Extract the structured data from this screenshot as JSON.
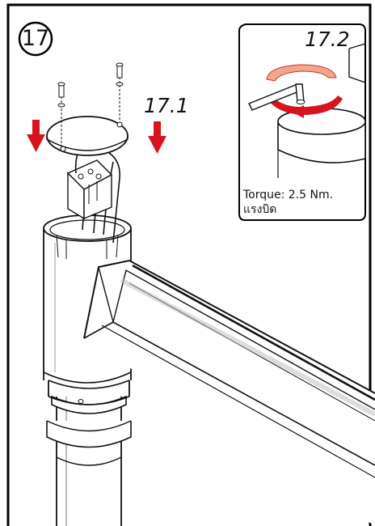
{
  "step": {
    "number": "17",
    "sub_steps": [
      "17.1",
      "17.2"
    ]
  },
  "detail": {
    "torque_label": "Torque: 2.5 Nm.",
    "torque_label_thai": "แรงบิด"
  },
  "colors": {
    "arrow": "#d7141e",
    "line": "#111111",
    "frame": "#000000",
    "gray": "#9a9a9a"
  },
  "icons": [
    "down-arrow-icon",
    "rotation-arrow-icon",
    "hex-key-icon",
    "screw-icon"
  ]
}
